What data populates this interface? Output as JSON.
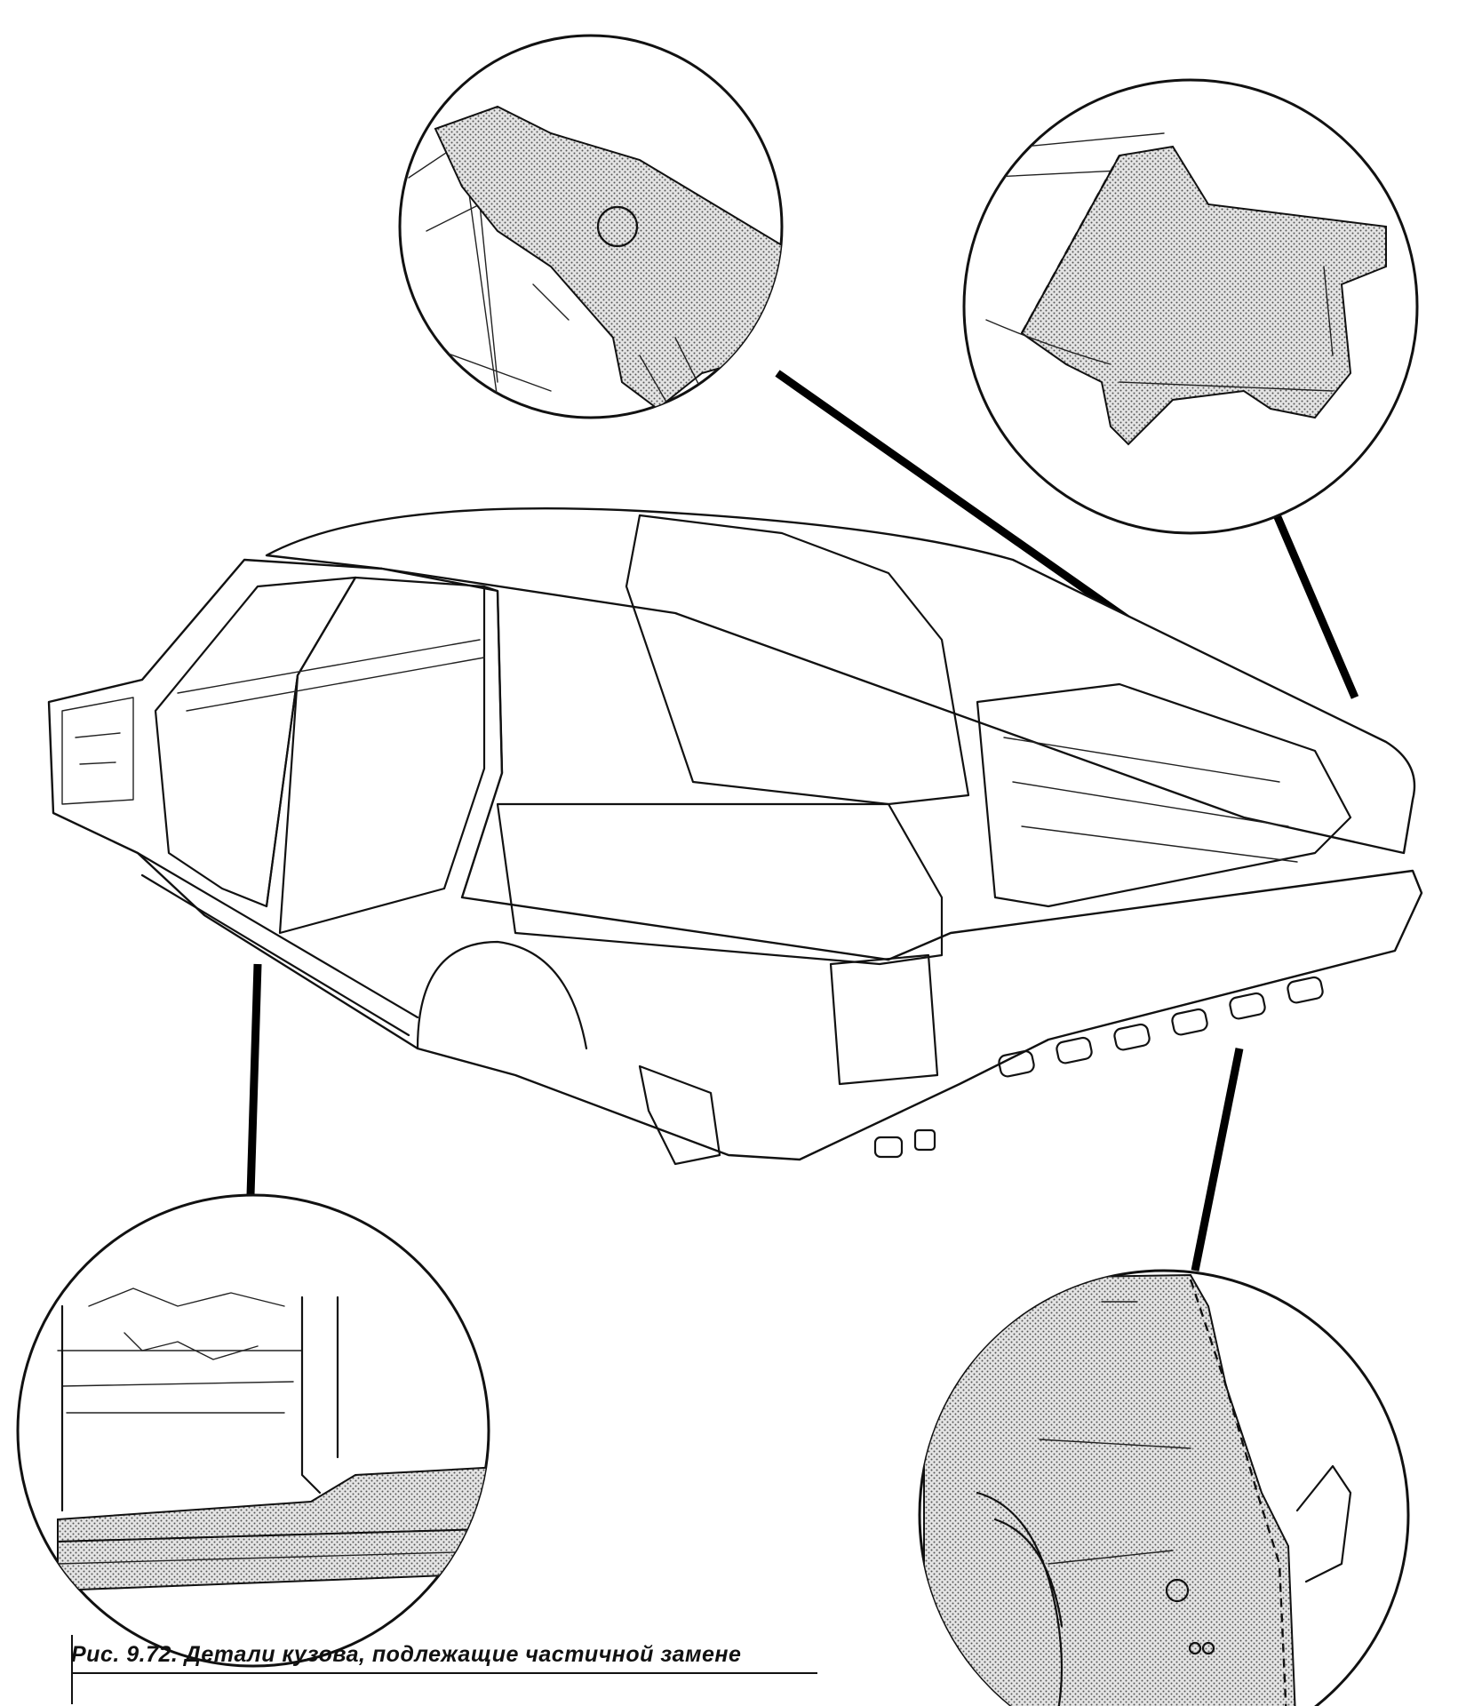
{
  "figure": {
    "caption": "Рис. 9.72. Детали кузова, подлежащие частичной замене"
  },
  "callouts": [
    {
      "id": "upper-left",
      "depicts": "rear-pillar-upper-panel"
    },
    {
      "id": "upper-right",
      "depicts": "rear-quarter-corner-panel"
    },
    {
      "id": "lower-left",
      "depicts": "rocker-sill-panel"
    },
    {
      "id": "lower-right",
      "depicts": "rear-wheel-arch-inner-panel"
    }
  ],
  "colors": {
    "ink": "#111111",
    "paper": "#ffffff",
    "hatch": "#555555"
  }
}
